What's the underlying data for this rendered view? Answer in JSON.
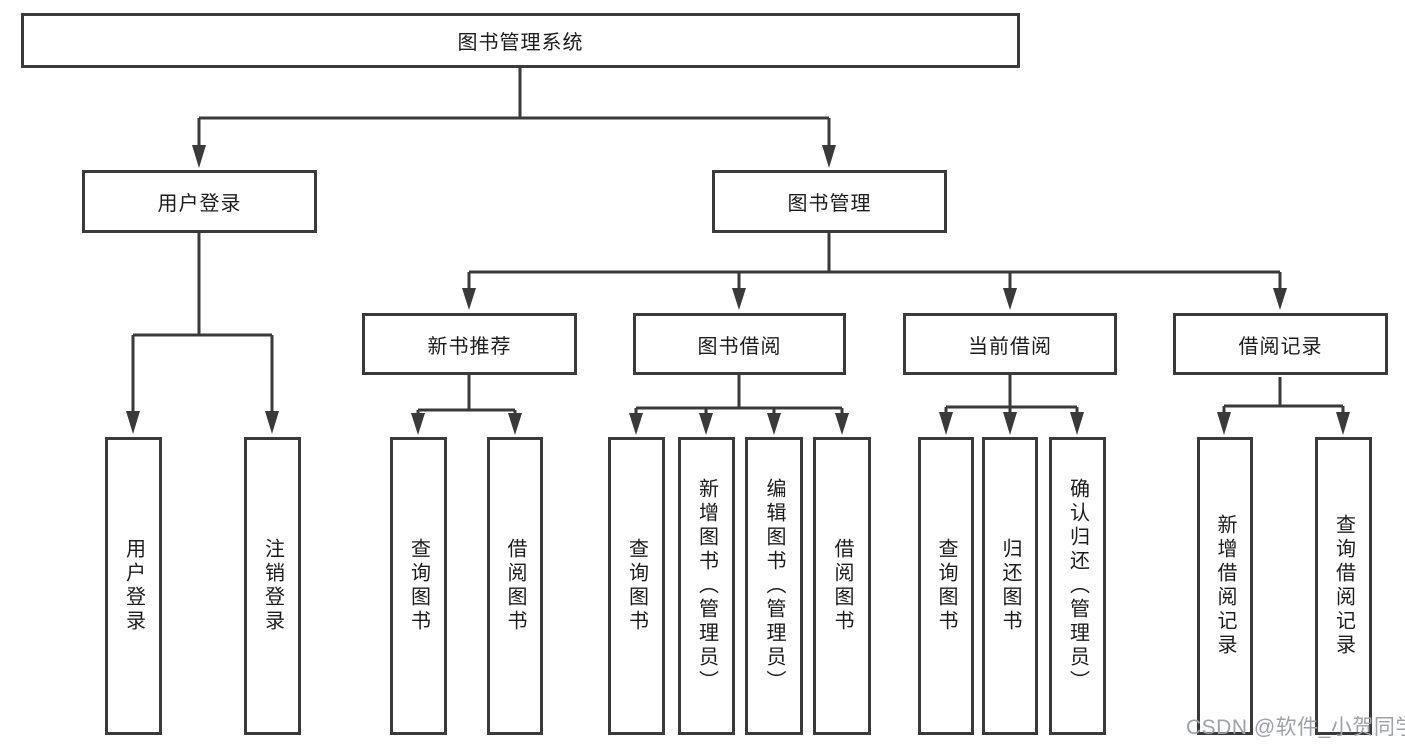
{
  "diagram": {
    "title_node": "图书管理系统",
    "line_color": "#3a3a3a",
    "text_color": "#1c1c1c",
    "level2": [
      {
        "label": "用户登录"
      },
      {
        "label": "图书管理"
      }
    ],
    "level3": [
      {
        "label": "新书推荐"
      },
      {
        "label": "图书借阅"
      },
      {
        "label": "当前借阅"
      },
      {
        "label": "借阅记录"
      }
    ],
    "leaves": {
      "user_login": [
        {
          "label": "用户登录"
        },
        {
          "label": "注销登录"
        }
      ],
      "new_book_recommend": [
        {
          "label": "查询图书"
        },
        {
          "label": "借阅图书"
        }
      ],
      "book_borrowing": [
        {
          "label": "查询图书"
        },
        {
          "label": "新增图书（管理员）"
        },
        {
          "label": "编辑图书（管理员）"
        },
        {
          "label": "借阅图书"
        }
      ],
      "current_borrowing": [
        {
          "label": "查询图书"
        },
        {
          "label": "归还图书"
        },
        {
          "label": "确认归还（管理员）"
        }
      ],
      "borrowing_records": [
        {
          "label": "新增借阅记录"
        },
        {
          "label": "查询借阅记录"
        }
      ]
    }
  },
  "watermark": {
    "text": "CSDN @软件_小贺同学",
    "color": "#9ea1a8"
  }
}
